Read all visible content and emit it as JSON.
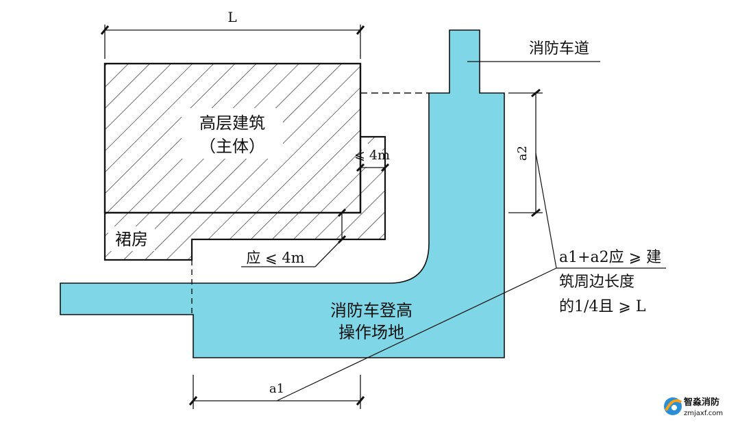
{
  "labels": {
    "main_building_line1": "高层建筑",
    "main_building_line2": "（主体）",
    "podium": "裙房",
    "offset_label": "应 ⩽ 4m",
    "side_offset_label": "⩽ 4m",
    "fire_lane": "消防车道",
    "operation_area_line1": "消防车登高",
    "operation_area_line2": "操作场地",
    "dim_L": "L",
    "dim_a1": "a1",
    "dim_a2": "a2",
    "rule_line1": "a1+a2应 ⩾ 建",
    "rule_line2": "筑周边长度",
    "rule_line3": "的1/4且 ⩾ L"
  },
  "watermark": {
    "brand": "智淼消防",
    "site": "zmjaxf.com"
  },
  "colors": {
    "area_fill": "#7fd6e6",
    "line": "#111111",
    "hatch": "#222222"
  }
}
